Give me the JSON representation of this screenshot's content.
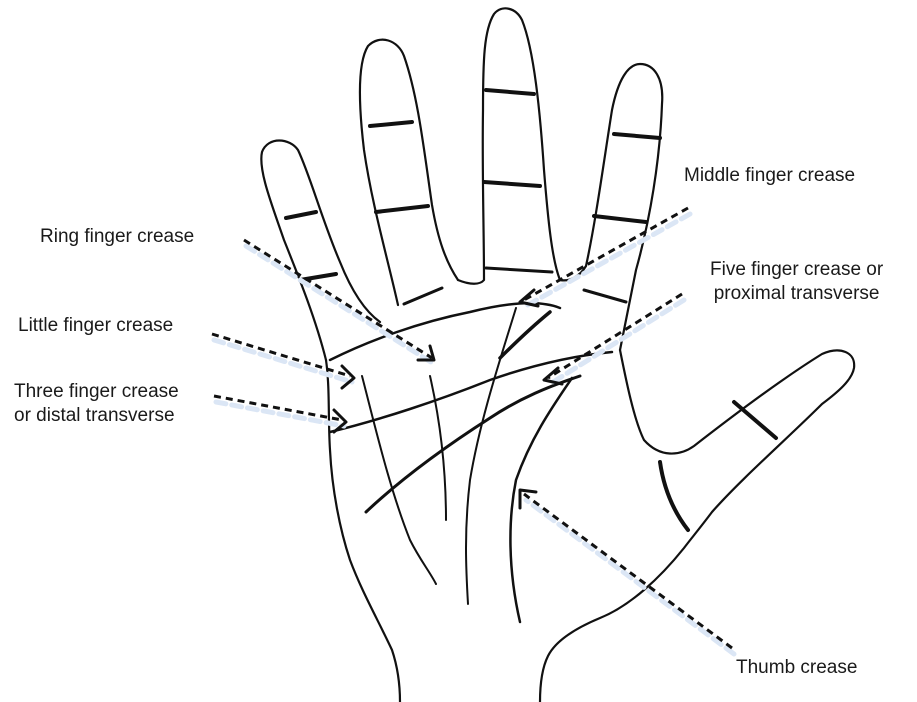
{
  "labels": {
    "middle": "Middle finger crease",
    "ring": "Ring finger crease",
    "five_line1": "Five finger crease or",
    "five_line2": "proximal transverse",
    "little": "Little finger crease",
    "three_line1": "Three finger crease",
    "three_line2": "or distal transverse",
    "thumb": "Thumb crease"
  },
  "colors": {
    "outline": "#111111",
    "pointer_halo": "#dbe6f5"
  }
}
